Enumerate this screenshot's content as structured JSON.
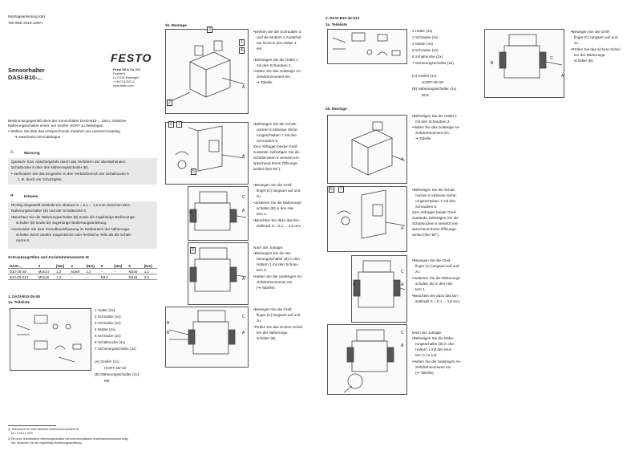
{
  "header": {
    "line1": "Montageanleitung (de)",
    "line2": "756 983/ 2010-12NH"
  },
  "brand": {
    "logo": "FESTO",
    "company": "Festo SE & Co. KG",
    "addr1": "Postfach",
    "addr2": "D-73726 Esslingen",
    "phone": "++49/711/347-0",
    "web": "www.festo.com"
  },
  "product": {
    "title1": "Sensorhalter",
    "title2": "DASI-B10-..."
  },
  "intro": {
    "p1": "Bestimmungsgemäß dient der Sensorhalter DASI-B10-... dazu, induktive",
    "p2": "Näherungsschalter extern am Greifer HGRT zu befestigen.",
    "p3": "• Wählen Sie bitte das entsprechende Zubehör aus unserem Katalog",
    "p4": "➔ www.festo.com/catalogue."
  },
  "warning": {
    "title": "Warnung",
    "l1": "Quetsch- bzw. Abschergefahr durch das Verfahren der überstehenden",
    "l2": "Schaltnocke 6 über den Näherungsschalter (B).",
    "l3": "•  Verhindern Sie das Eingreifen in den Verfahrbereich der Schaltnocke 6",
    "l4": "z. B. durch ein Schutzgitter."
  },
  "hint": {
    "title": "Hinweis",
    "l1": "Richtig eingestellt verbleibt ein Abstand S = 0,1 ... 1,5 mm zwischen dem",
    "l2": "Näherungsschalter (B) und der Schaltnocke 6.",
    "l3": "•Beachten Sie die Näherungsschalter (B) sowie die zugehörige Bedienungs-",
    "l4": "schalter (B) sowie die zugehörige Bedienungsanleitung.",
    "l5": "•Vermeiden Sie eine Fremdbeeinflussung im Nahbereich der Näherungs-",
    "l6": "schalter durch andere magnetische oder ferritische Teile als die Schalt-",
    "l7": "nocke 6."
  },
  "torque": {
    "title": "Schraubengrößen und Anziehdrehmomente M",
    "headers": [
      "DASI-...",
      "2",
      "[Nm]",
      "3",
      "[Nm]",
      "6",
      "[Nm]",
      "5",
      "[Nm]"
    ],
    "rows": [
      [
        "B10-25-S8",
        "M3x14",
        "1,2",
        "M3x8",
        "1,2",
        "–",
        "–",
        "M3x6",
        "1,2"
      ],
      [
        "B10-40-S12",
        "M3x18",
        "1,2",
        "–",
        "–",
        "M12",
        "",
        "M4x8",
        "2,9"
      ]
    ]
  },
  "sec1": {
    "title": "1. DASI-B10-25-S8",
    "sub": "1a. Teileliste",
    "parts": [
      "1   Halter   (2x)",
      "2   Schraube   (4x)",
      "3   Schraube   (2x)",
      "4   Mutter   (2x)",
      "5   Schraube   (2x)",
      "6   Schaltnocke   (2x)",
      "7   Sicherungsscheibe   (2x)"
    ],
    "a1": "(A)  Greifer (1x)",
    "a2": "HGRT-25/-32",
    "b1": "(B)  Näherungsschalter (2x)",
    "b2": "M8"
  },
  "footnotes": {
    "f1": "1)  Toleranzen für nicht tolerierte Anziehdrehmomente M",
    "f2": "M   > 3 Nm   ± 20%",
    "f3": "2)  Ein sind verschiedene Näherungsschalter mit unterschiedlichen Anziehdrehmomenten mög-",
    "f4": "lich, beachten Sie die zugehörige Bedienungsanleitung."
  },
  "sec1b": {
    "title": "1b. Montage",
    "s1": [
      "•Drehen Sie die Schrauben 3",
      "und die Muttern 4 zunächst",
      "nur leicht in den Halter 1",
      "ein."
    ],
    "s2": [
      "•Befestigen Sie die Halter 1",
      "mit den Schrauben 2.",
      "•Halten Sie das zulässige An-",
      "ziehdrehmoment ein.",
      "➔ Tabelle"
    ],
    "s3": [
      "•Befestigen Sie die Schalt-",
      "nocken 6 inklusive Siche-",
      "rungsscheiben 7 mit den",
      "Schrauben 5.",
      "Zum Abfragen beider Greif-",
      "zustände, befestigen Sie die",
      "Schaltnocken 6 versetzt ent-",
      "sprechend Ihrem Öffnungs-",
      "winkel (hier 90°)."
    ],
    "s4": [
      "•Bewegen Sie die Greif-",
      "finger (C) langsam auf und",
      "zu.",
      "•Justieren Sie die Näherungs-",
      "schalter (B) in den Hal-",
      "tern 1.",
      "•Beachten Sie dazu das Ein-",
      "stellmaß S = 0,1 ... 1,5 mm."
    ],
    "s5": [
      "Nach der Justage:",
      "•Befestigen Sie die Nä-",
      "herungsschalter (B) in den",
      "Haltern 1 mit den Schrau-",
      "ben 3.",
      "•Halten Sie die zulässigen An-",
      "ziehdrehmomente ein",
      "(➔ Tabelle)."
    ],
    "s6": [
      "•Bewegen Sie die Greif-",
      "finger (C) langsam auf und",
      "zu.",
      "•Prüfen Sie das sichere Schal-",
      "ten der Näherungs-",
      "schalter (B)."
    ]
  },
  "sec2": {
    "title": "2. DASI-B10-40-S12",
    "sub": "2a. Teileliste",
    "parts": [
      "1   Halter   (2x)",
      "2   Schraube   (4x)",
      "4   Mutter   (4x)",
      "5   Schraube   (2x)",
      "6   Schaltnocke   (2x)",
      "7   Sicherungsscheibe   (2x)"
    ],
    "a1": "(A)  Greifer (1x)",
    "a2": "HGRT-40/-50",
    "b1": "(B)  Näherungsschalter (2x)",
    "b2": "M12"
  },
  "sec2b": {
    "title": "2b. Montage",
    "s1": [
      "•Befestigen Sie die Halter 1",
      "mit den Schrauben 2.",
      "•Halten Sie das zulässige An-",
      "ziehdrehmoment ein.",
      "➔ Tabelle"
    ],
    "s2": [
      "•Befestigen Sie die Schalt-",
      "nocken 6 inklusive Siche-",
      "rungsscheiben 7 mit den",
      "Schrauben 5.",
      "Zum Abfragen beider Greif-",
      "zustände, befestigen Sie die",
      "Schaltnocken 6 versetzt ent-",
      "sprechend Ihrem Öffnungs-",
      "winkel (hier 90°)."
    ],
    "s3": [
      "•Bewegen Sie die Greif-",
      "finger (C) langsam auf und",
      "zu.",
      "•Justieren Sie die Näherungs-",
      "schalter (B) in den Hal-",
      "tern 1.",
      "•Beachten Sie dazu das Ein-",
      "stellmaß S = 0,1 ... 1,5 mm."
    ],
    "s4": [
      "Nach der Justage:",
      "•Befestigen Sie die Nähe-",
      "rungsschalter (B) in den",
      "Haltern 1 mit den Mut-",
      "tern 4 (➔ 14).",
      "•Halten Sie die zulässigen An-",
      "ziehdrehmomente ein",
      "(➔ Tabelle)."
    ],
    "s5": [
      "•Bewegen Sie die Greif-",
      "finger (C) langsam auf und",
      "zu.",
      "•Prüfen Sie das sichere Schal-",
      "ten der Näherungs-",
      "schalter (B)."
    ]
  },
  "marks": {
    "A": "A",
    "B": "B",
    "C": "C",
    "m1": "1",
    "m2": "2",
    "m3": "3",
    "m4": "4",
    "m5": "5",
    "m6": "6",
    "m7": "7"
  }
}
